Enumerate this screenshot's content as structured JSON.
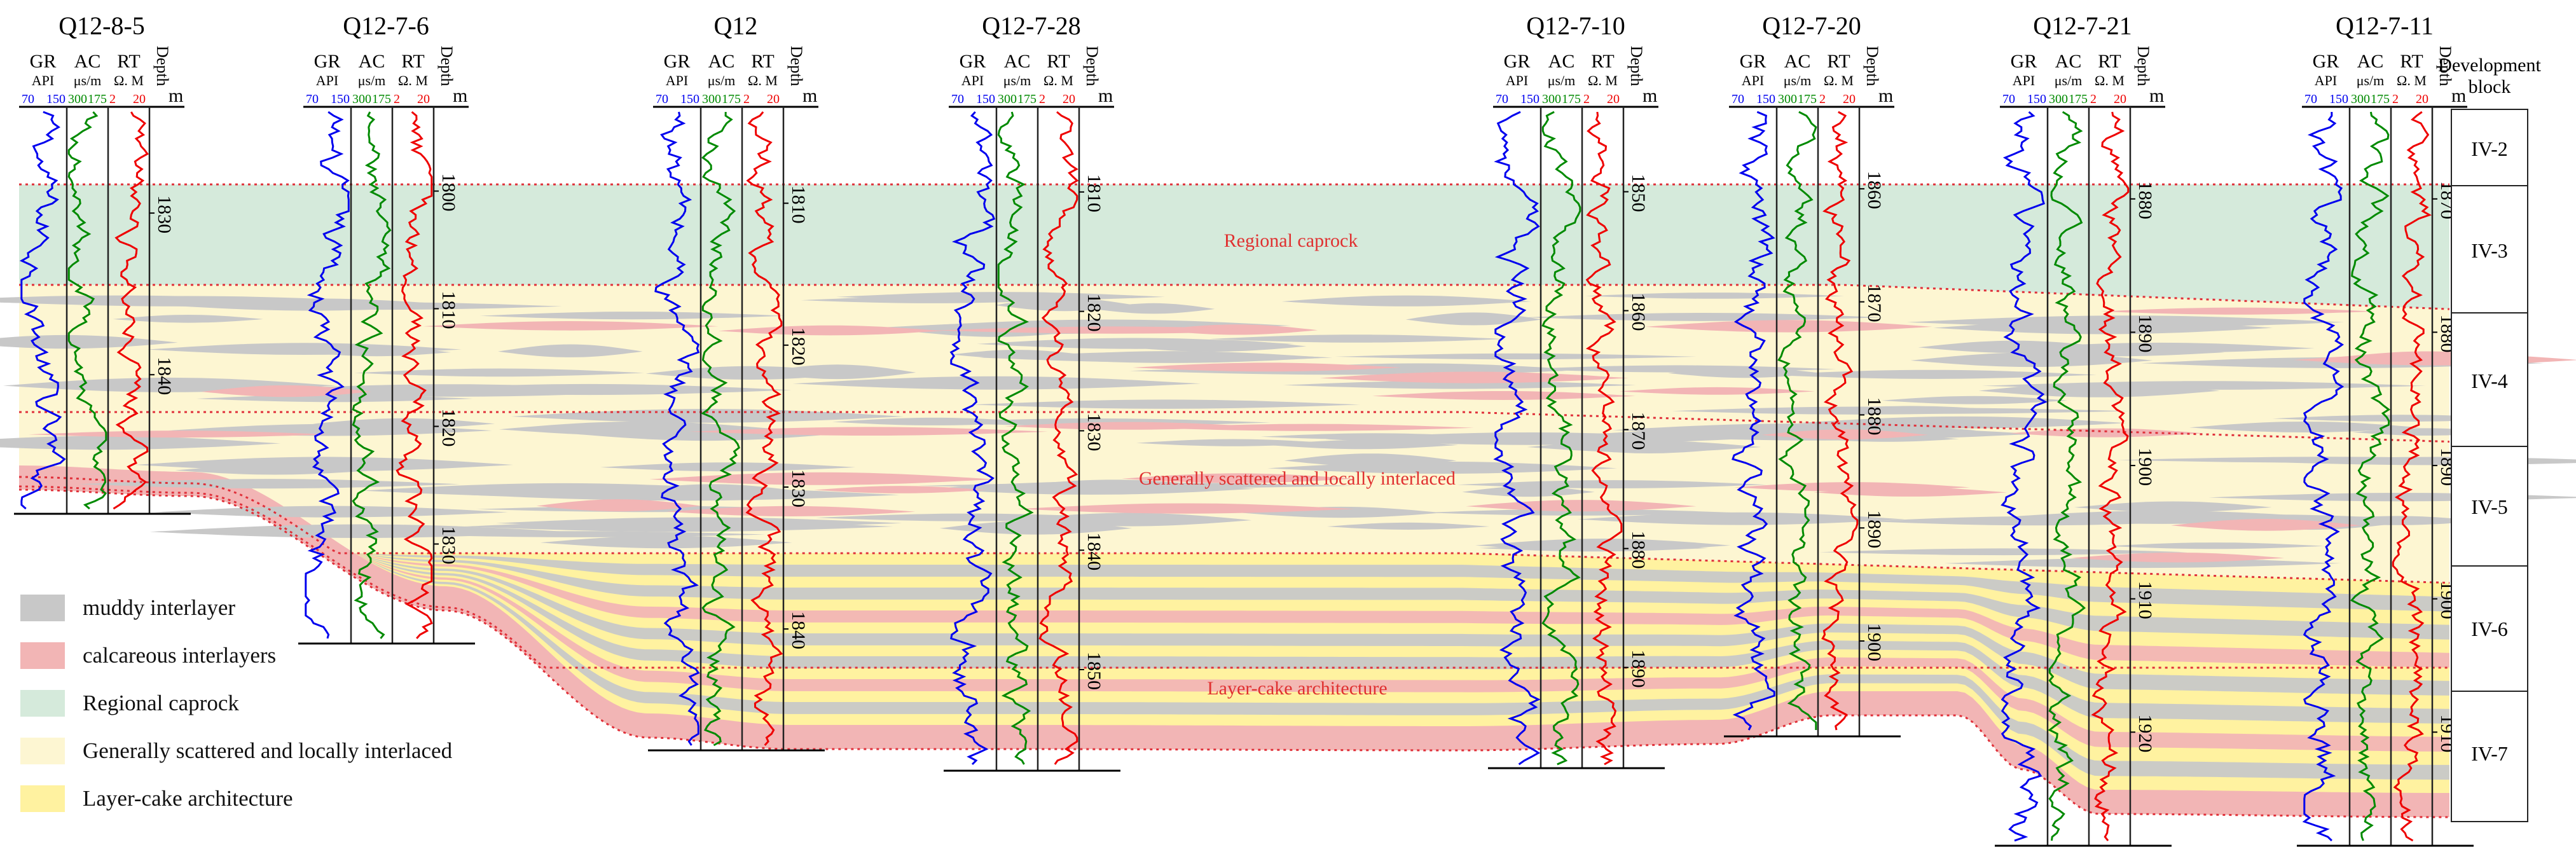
{
  "wells": [
    {
      "name": "Q12-8-5",
      "depths": [
        "1830",
        "1840"
      ]
    },
    {
      "name": "Q12-7-6",
      "depths": [
        "1800",
        "1810",
        "1820",
        "1830"
      ]
    },
    {
      "name": "Q12",
      "depths": [
        "1810",
        "1820",
        "1830",
        "1840"
      ]
    },
    {
      "name": "Q12-7-28",
      "depths": [
        "1810",
        "1820",
        "1830",
        "1840",
        "1850"
      ]
    },
    {
      "name": "Q12-7-10",
      "depths": [
        "1850",
        "1860",
        "1870",
        "1880",
        "1890"
      ]
    },
    {
      "name": "Q12-7-20",
      "depths": [
        "1860",
        "1870",
        "1880",
        "1890",
        "1900"
      ]
    },
    {
      "name": "Q12-7-21",
      "depths": [
        "1880",
        "1890",
        "1900",
        "1910",
        "1920"
      ]
    },
    {
      "name": "Q12-7-11",
      "depths": [
        "1870",
        "1880",
        "1890",
        "1900",
        "1910"
      ]
    }
  ],
  "curve_headers": {
    "gr": "GR",
    "ac": "AC",
    "rt": "RT",
    "depth": "Depth",
    "gr_unit": "API",
    "ac_unit": "μs/m",
    "rt_unit": "Ω. M",
    "depth_unit": "m",
    "gr_min": "70",
    "gr_max": "150",
    "ac_min": "300",
    "ac_max": "175",
    "rt_min": "2",
    "rt_max": "20"
  },
  "development_block": {
    "header": "Development block",
    "blocks": [
      "IV-2",
      "IV-3",
      "IV-4",
      "IV-5",
      "IV-6",
      "IV-7"
    ]
  },
  "annotations": {
    "caprock": "Regional  caprock",
    "scattered": "Generally scattered and locally interlaced",
    "layercake": "Layer-cake architecture"
  },
  "legend": [
    {
      "label": "muddy interlayer",
      "color": "#c8c8c8"
    },
    {
      "label": "calcareous interlayers",
      "color": "#f2b5b5"
    },
    {
      "label": "Regional  caprock",
      "color": "#d5eadb"
    },
    {
      "label": "Generally scattered and locally interlaced",
      "color": "#fdf6d2"
    },
    {
      "label": "Layer-cake architecture",
      "color": "#fff2a0"
    }
  ],
  "colors": {
    "gr_curve": "#0000ee",
    "ac_curve": "#008a00",
    "rt_curve": "#ee0000",
    "caprock": "#d5eadb",
    "scattered": "#fdf6d2",
    "layercake": "#fff2a0",
    "muddy": "#c8c8c8",
    "calcareous": "#f2b5b5",
    "boundary": "#e0303a",
    "annotation_text": "#e03030"
  }
}
